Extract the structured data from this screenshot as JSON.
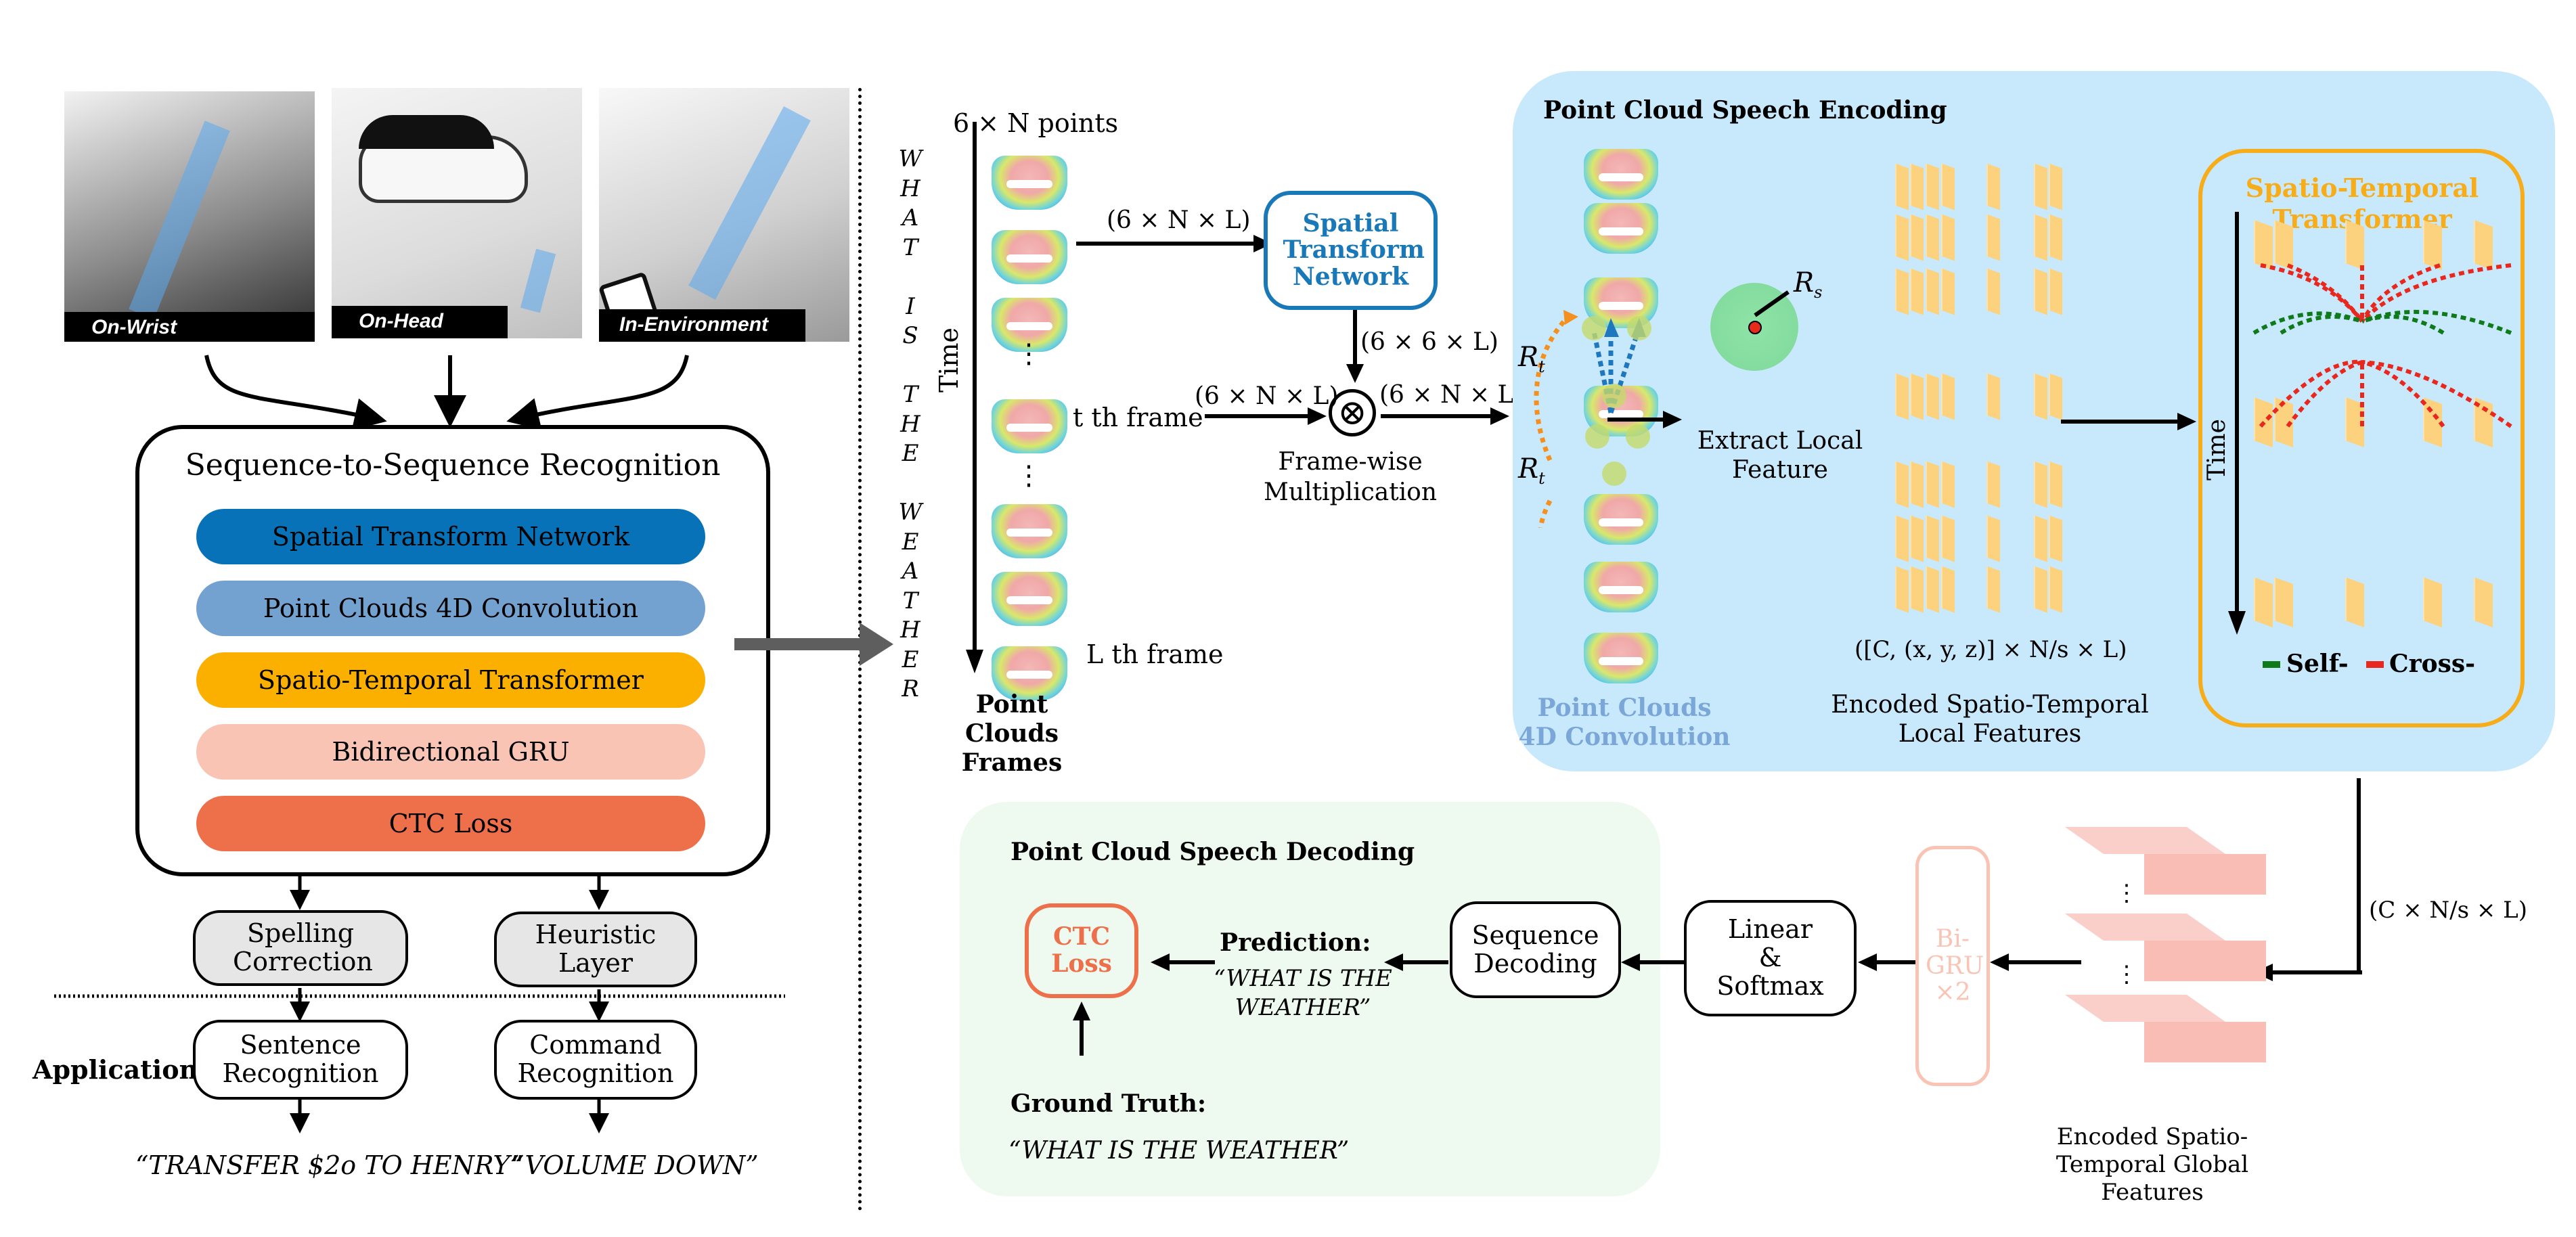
{
  "devices": [
    {
      "label": "On-Wrist",
      "icon": "smartwatch-user-illustration"
    },
    {
      "label": "On-Head",
      "icon": "headset-user-illustration"
    },
    {
      "label": "In-Environment",
      "icon": "tablet-kitchen-illustration"
    }
  ],
  "seq2seq": {
    "title": "Sequence-to-Sequence Recognition",
    "modules": [
      {
        "label": "Spatial Transform Network",
        "color": "#0872b8"
      },
      {
        "label": "Point Clouds 4D Convolution",
        "color": "#73a1d0"
      },
      {
        "label": "Spatio-Temporal Transformer",
        "color": "#fbb000"
      },
      {
        "label": "Bidirectional GRU",
        "color": "#f9c4b4"
      },
      {
        "label": "CTC Loss",
        "color": "#ee704a"
      }
    ]
  },
  "postprocess": {
    "spelling": "Spelling Correction",
    "heuristic": "Heuristic Layer"
  },
  "application": {
    "label": "Application",
    "sentence": "Sentence Recognition",
    "command": "Command Recognition",
    "sentence_example": "“TRANSFER $2o TO HENRY”",
    "command_example": "“VOLUME DOWN”"
  },
  "input": {
    "points_label": "6 × N  points",
    "sentence_letters": [
      "W",
      "H",
      "A",
      "T",
      "",
      "I",
      "S",
      "",
      "T",
      "H",
      "E",
      "",
      "W",
      "E",
      "A",
      "T",
      "H",
      "E",
      "R"
    ],
    "time_label": "Time",
    "t_frame": "t th frame",
    "L_frame": "L th frame",
    "frames_caption": "Point Clouds Frames",
    "dim_to_stn": "(6 × N × L)",
    "stn_label": "Spatial Transform Network",
    "stn_out": "(6 × 6 × L)",
    "frame_dim": "(6 × N × L)",
    "mult_out": "(6 × N × L)",
    "mult_symbol": "⊗",
    "mult_label": "Frame-wise Multiplication"
  },
  "encoding": {
    "title": "Point Cloud Speech Encoding",
    "conv_label": "Point Clouds 4D Convolution",
    "rt_label": "R",
    "rt_sub": "t",
    "rs_label": "R",
    "rs_sub": "s",
    "extract_label": "Extract Local Feature",
    "local_dims": "([C, (x, y, z)] × N/s × L)",
    "local_caption": "Encoded Spatio-Temporal Local Features",
    "ellipsis": "…",
    "vdots": "⋮"
  },
  "transformer": {
    "title": "Spatio-Temporal Transformer",
    "time_label": "Time",
    "legend_self": "Self-",
    "legend_cross": "Cross-",
    "self_color": "#0e7a19",
    "cross_color": "#e8281e"
  },
  "global": {
    "dims": "(C × N/s × L)",
    "caption": "Encoded Spatio-Temporal Global Features",
    "bigru": "Bi- GRU ×2"
  },
  "decoding": {
    "title": "Point Cloud Speech Decoding",
    "ctc": "CTC Loss",
    "prediction_label": "Prediction:",
    "prediction_text": "“WHAT IS THE WEATHER”",
    "ground_truth_label": "Ground Truth:",
    "ground_truth_text": "“WHAT IS THE WEATHER”",
    "sequence_decoding": "Sequence Decoding",
    "linear_softmax": "Linear & Softmax"
  }
}
